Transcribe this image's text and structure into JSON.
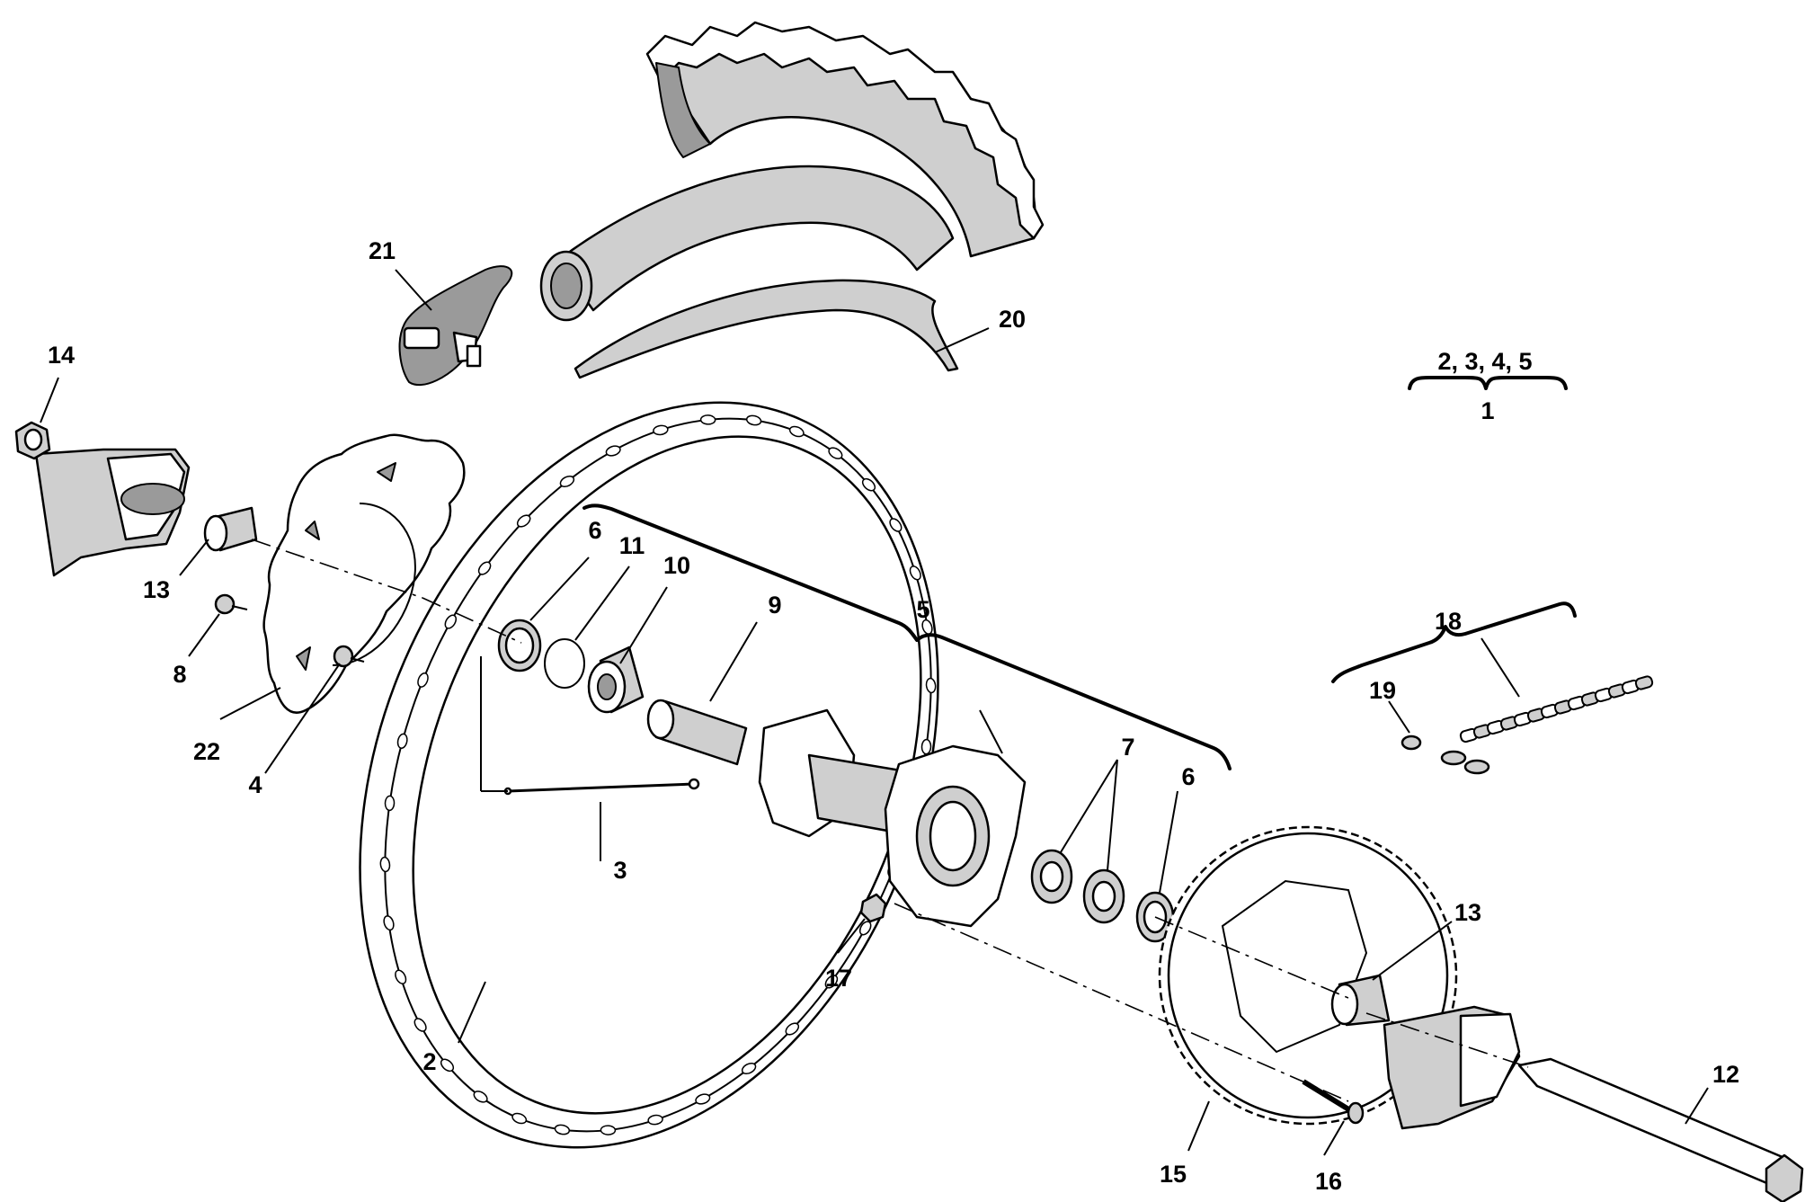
{
  "diagram": {
    "type": "exploded-parts-view",
    "labels": {
      "l1": "1",
      "l2": "2",
      "l3": "3",
      "l4": "4",
      "l5": "5",
      "l6a": "6",
      "l6b": "6",
      "l7": "7",
      "l8": "8",
      "l9": "9",
      "l10": "10",
      "l11": "11",
      "l12": "12",
      "l13a": "13",
      "l13b": "13",
      "l14": "14",
      "l15": "15",
      "l16": "16",
      "l17": "17",
      "l18": "18",
      "l19": "19",
      "l20": "20",
      "l21": "21",
      "l22": "22",
      "group_items": "2, 3, 4, 5"
    }
  }
}
